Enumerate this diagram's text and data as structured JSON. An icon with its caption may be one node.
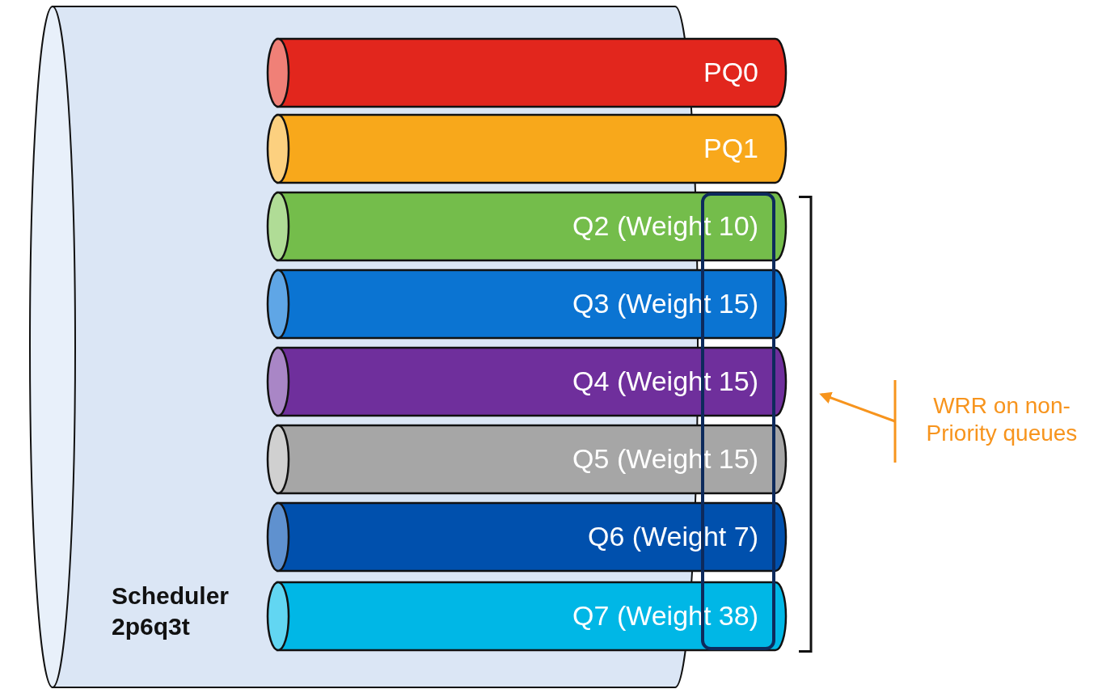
{
  "diagram": {
    "nodes": [
      {
        "text": [
          "Scheduler 2p6q3t"
        ]
      },
      {
        "text": [
          "PQ0"
        ]
      },
      {
        "text": [
          "PQ1"
        ]
      },
      {
        "text": [
          "Q2 (Weight 10)"
        ]
      },
      {
        "text": [
          "Q3 (Weight 15)"
        ]
      },
      {
        "text": [
          "Q4 (Weight 15)"
        ]
      },
      {
        "text": [
          "Q5 (Weight 15)"
        ]
      },
      {
        "text": [
          "Q6 (Weight 7)"
        ]
      },
      {
        "text": [
          "Q7 (Weight 38)"
        ]
      },
      {
        "text": [
          "WRR on non-Priority queues"
        ]
      },
      {
        "text": [],
        "shape": "bracket"
      }
    ],
    "edges": [
      {
        "from": 9,
        "to": 10,
        "arrow": "to",
        "color": "#f7941d"
      }
    ]
  }
}
